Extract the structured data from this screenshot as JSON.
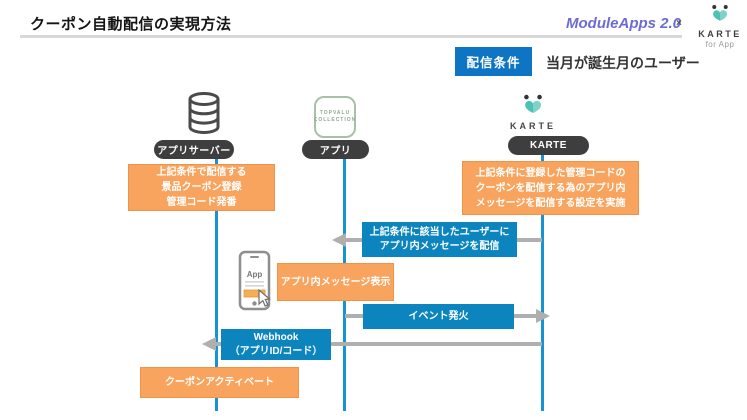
{
  "title": "クーポン自動配信の実現方法",
  "logos": {
    "moduleapps": "ModuleApps 2.0",
    "cross": "×",
    "karte_name": "KARTE",
    "karte_sub": "for App"
  },
  "condition": {
    "badge": "配信条件",
    "value": "当月が誕生月のユーザー"
  },
  "lanes": {
    "server": {
      "label": "アプリサーバー",
      "icon": "database-icon"
    },
    "app": {
      "label": "アプリ",
      "icon": "app-icon",
      "icon_line1": "TOPVALU",
      "icon_line2": "COLLECTION"
    },
    "karte": {
      "label": "KARTE",
      "logo_text": "KARTE",
      "icon": "karte-icon"
    }
  },
  "steps": {
    "server_note": {
      "lines": [
        "上記条件で配信する",
        "景品クーポン登録",
        "管理コード発番"
      ]
    },
    "karte_note": {
      "lines": [
        "上記条件に登録した管理コードの",
        "クーポンを配信する為のアプリ内",
        "メッセージを配信する設定を実施"
      ]
    },
    "deliver_message": {
      "lines": [
        "上記条件に該当したユーザーに",
        "アプリ内メッセージを配信"
      ],
      "arrow": "karte-to-app"
    },
    "display_message": {
      "label": "アプリ内メッセージ表示"
    },
    "event_fire": {
      "label": "イベント発火",
      "arrow": "app-to-karte"
    },
    "webhook": {
      "lines": [
        "Webhook",
        "（アプリID/コード）"
      ],
      "arrow": "karte-to-server"
    },
    "coupon_activate": {
      "label": "クーポンアクティベート"
    }
  },
  "phone": {
    "label": "App"
  },
  "colors": {
    "orange_box": "#F9A45E",
    "blue_box": "#0C85BE",
    "badge_blue": "#0E74C4",
    "lifeline_blue": "#1793D3",
    "pill_dark": "#3E3E3E",
    "arrow_gray": "#AFAFAF",
    "karte_teal": "#4CC2B4",
    "moduleapps_purple": "#6B6BD5",
    "title_rule_gray": "#D8D8D8"
  }
}
